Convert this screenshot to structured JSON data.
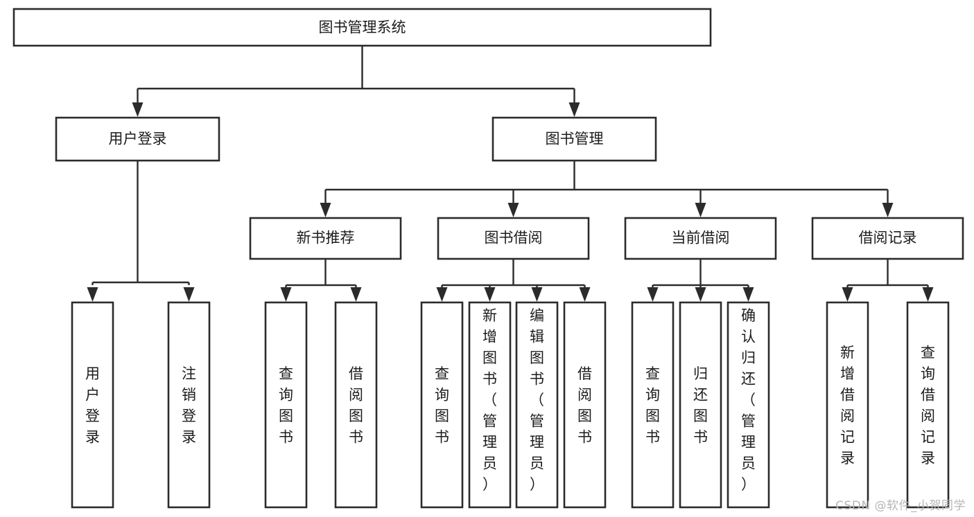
{
  "diagram": {
    "type": "tree-hierarchy",
    "title": "图书管理系统",
    "watermark": "CSDN @软件_小贺同学",
    "colors": {
      "stroke": "#2b2b2b",
      "fill": "#ffffff",
      "text": "#1c1c1c",
      "watermark": "#b6b6b6"
    },
    "root": {
      "id": "root",
      "label": "图书管理系统",
      "orientation": "horizontal"
    },
    "level2": [
      {
        "id": "user-login",
        "label": "用户登录",
        "orientation": "horizontal"
      },
      {
        "id": "book-manage",
        "label": "图书管理",
        "orientation": "horizontal"
      }
    ],
    "level3": [
      {
        "id": "new-book-recommend",
        "label": "新书推荐",
        "parent": "book-manage",
        "orientation": "horizontal"
      },
      {
        "id": "book-borrow",
        "label": "图书借阅",
        "parent": "book-manage",
        "orientation": "horizontal"
      },
      {
        "id": "current-borrow",
        "label": "当前借阅",
        "parent": "book-manage",
        "orientation": "horizontal"
      },
      {
        "id": "borrow-record",
        "label": "借阅记录",
        "parent": "book-manage",
        "orientation": "horizontal"
      }
    ],
    "leaves": [
      {
        "id": "leaf-user-login",
        "label": "用户登录",
        "parent": "user-login",
        "orientation": "vertical"
      },
      {
        "id": "leaf-user-logout",
        "label": "注销登录",
        "parent": "user-login",
        "orientation": "vertical"
      },
      {
        "id": "leaf-query-book-1",
        "label": "查询图书",
        "parent": "new-book-recommend",
        "orientation": "vertical"
      },
      {
        "id": "leaf-borrow-book-1",
        "label": "借阅图书",
        "parent": "new-book-recommend",
        "orientation": "vertical"
      },
      {
        "id": "leaf-query-book-2",
        "label": "查询图书",
        "parent": "book-borrow",
        "orientation": "vertical"
      },
      {
        "id": "leaf-add-book",
        "label": "新增图书（管理员）",
        "parent": "book-borrow",
        "orientation": "vertical"
      },
      {
        "id": "leaf-edit-book",
        "label": "编辑图书（管理员）",
        "parent": "book-borrow",
        "orientation": "vertical"
      },
      {
        "id": "leaf-borrow-book-2",
        "label": "借阅图书",
        "parent": "book-borrow",
        "orientation": "vertical"
      },
      {
        "id": "leaf-query-book-3",
        "label": "查询图书",
        "parent": "current-borrow",
        "orientation": "vertical"
      },
      {
        "id": "leaf-return-book",
        "label": "归还图书",
        "parent": "current-borrow",
        "orientation": "vertical"
      },
      {
        "id": "leaf-confirm-return",
        "label": "确认归还（管理员）",
        "parent": "current-borrow",
        "orientation": "vertical"
      },
      {
        "id": "leaf-add-record",
        "label": "新增借阅记录",
        "parent": "borrow-record",
        "orientation": "vertical"
      },
      {
        "id": "leaf-query-record",
        "label": "查询借阅记录",
        "parent": "borrow-record",
        "orientation": "vertical"
      }
    ]
  }
}
